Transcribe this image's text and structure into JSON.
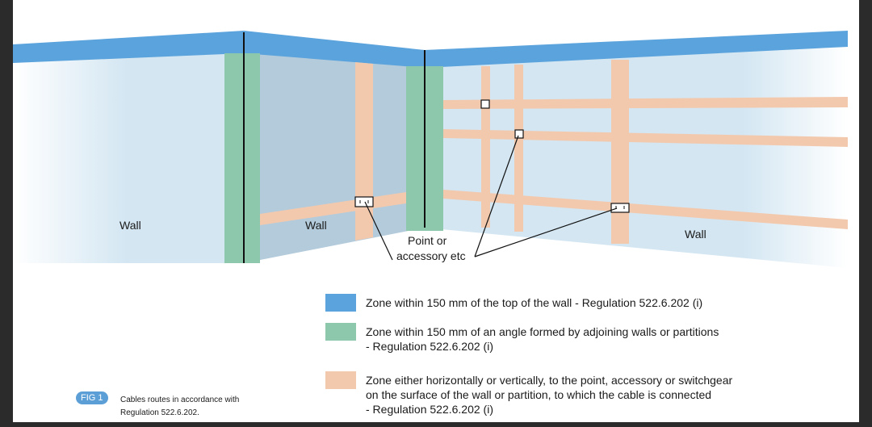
{
  "walls": {
    "left_label": "Wall",
    "middle_label": "Wall",
    "right_label": "Wall"
  },
  "callout": {
    "line1": "Point or",
    "line2": "accessory etc"
  },
  "colors": {
    "top_zone": "#5ba3dc",
    "angle_zone": "#8dc8ad",
    "route_zone": "#f3c9ae",
    "wall_light": "#d3e6f2",
    "wall_mid": "#b3cbdb"
  },
  "legend": [
    {
      "lines": [
        "Zone within 150 mm of the top of the wall - Regulation 522.6.202 (i)"
      ],
      "color": "#5ba3dc"
    },
    {
      "lines": [
        "Zone within 150 mm of an angle formed by adjoining walls or partitions",
        "- Regulation 522.6.202 (i)"
      ],
      "color": "#8dc8ad"
    },
    {
      "lines": [
        "Zone either horizontally or vertically, to the point, accessory or switchgear",
        "on the surface of the wall or partition, to which the cable is connected",
        "- Regulation 522.6.202 (i)"
      ],
      "color": "#f3c9ae"
    }
  ],
  "figure": {
    "badge": "FIG 1",
    "caption_line1": "Cables routes in accordance with",
    "caption_line2": "Regulation 522.6.202."
  }
}
